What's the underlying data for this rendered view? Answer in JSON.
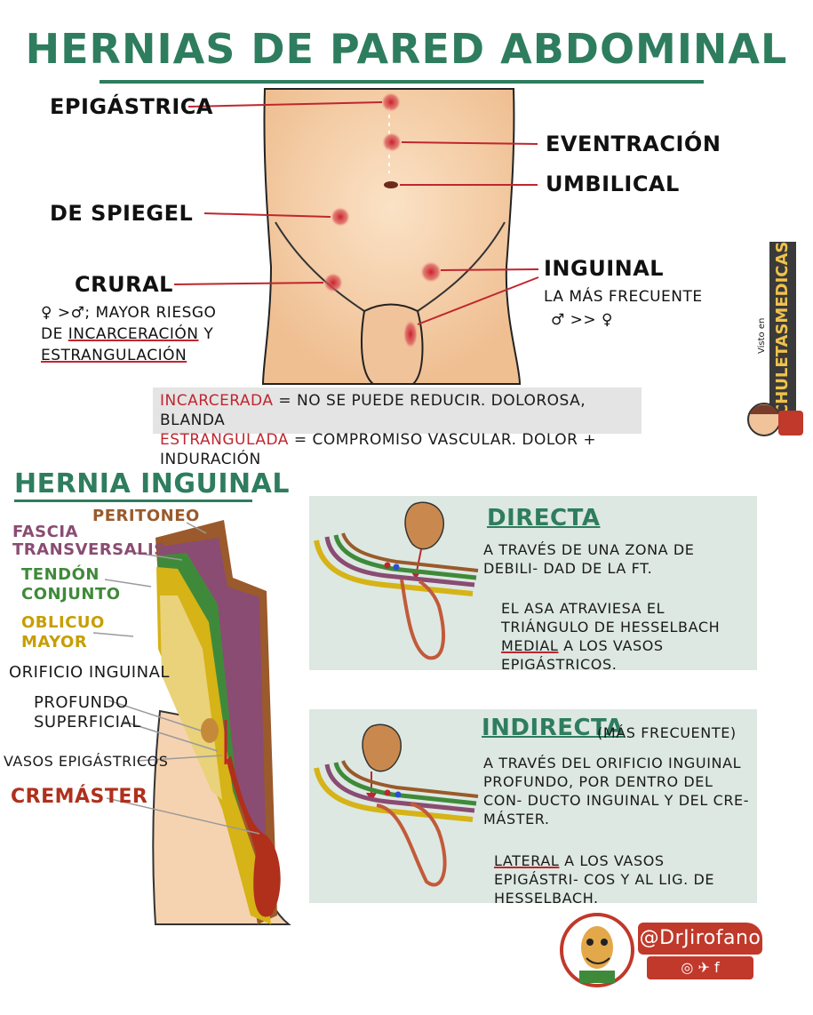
{
  "title": "HERNIAS DE PARED ABDOMINAL",
  "top_labels": {
    "epigastrica": "EPIGÁSTRICA",
    "eventracion": "EVENTRACIÓN",
    "umbilical": "UMBILICAL",
    "spiegel": "DE SPIEGEL",
    "inguinal": "INGUINAL",
    "inguinal_note_1": "LA MÁS FRECUENTE",
    "inguinal_note_2": "♂ >> ♀",
    "crural": "CRURAL",
    "crural_note_1": "♀ >♂; MAYOR RIESGO",
    "crural_note_2a": "DE ",
    "crural_note_2b": "INCARCERACIÓN",
    "crural_note_2c": " Y",
    "crural_note_3": "ESTRANGULACIÓN"
  },
  "definitions": [
    {
      "term": "INCARCERADA",
      "sep": " = ",
      "text": "NO SE PUEDE REDUCIR. DOLOROSA, BLANDA"
    },
    {
      "term": "ESTRANGULADA",
      "sep": " = ",
      "text": "COMPROMISO VASCULAR. DOLOR + INDURACIÓN"
    }
  ],
  "section_title": "HERNIA INGUINAL",
  "layers": {
    "peritoneo": "PERITONEO",
    "fascia_1": "FASCIA",
    "fascia_2": "TRANSVERSALIS",
    "tendon_1": "TENDÓN",
    "tendon_2": "CONJUNTO",
    "oblicuo_1": "OBLICUO",
    "oblicuo_2": "MAYOR",
    "orificio": "ORIFICIO INGUINAL",
    "profundo": "PROFUNDO",
    "superficial": "SUPERFICIAL",
    "vasos": "VASOS EPIGÁSTRICOS",
    "cremaster": "CREMÁSTER"
  },
  "directa": {
    "title": "DIRECTA",
    "p1": "A TRAVÉS DE UNA ZONA DE DEBILI- DAD DE LA FT.",
    "p2a": "EL ASA ATRAVIESA EL TRIÁNGULO DE HESSELBACH ",
    "p2b": "MEDIAL",
    "p2c": " A LOS VASOS EPIGÁSTRICOS."
  },
  "indirecta": {
    "title": "INDIRECTA",
    "note": "(MÁS FRECUENTE)",
    "p1": "A TRAVÉS DEL ORIFICIO INGUINAL PROFUNDO, POR DENTRO DEL CON- DUCTO INGUINAL Y DEL CRE- MÁSTER.",
    "p2a": "LATERAL",
    "p2b": " A LOS VASOS EPIGÁSTRI- COS Y AL LIG. DE HESSELBACH."
  },
  "credit": {
    "handle": "@DrJirofano",
    "social": "◎  ✈  f",
    "side_top": "Visto en",
    "side_main": "CHULETASMEDICAS.COM"
  },
  "colors": {
    "title_green": "#2e7d5e",
    "red": "#c0262e",
    "skin": "#f6d3b0",
    "peritoneo": "#9a5a2b",
    "fascia": "#8a4c72",
    "tendon": "#3f8a3a",
    "oblicuo": "#d6b316",
    "cremaster": "#b0301c",
    "panel": "#dde8e2"
  }
}
